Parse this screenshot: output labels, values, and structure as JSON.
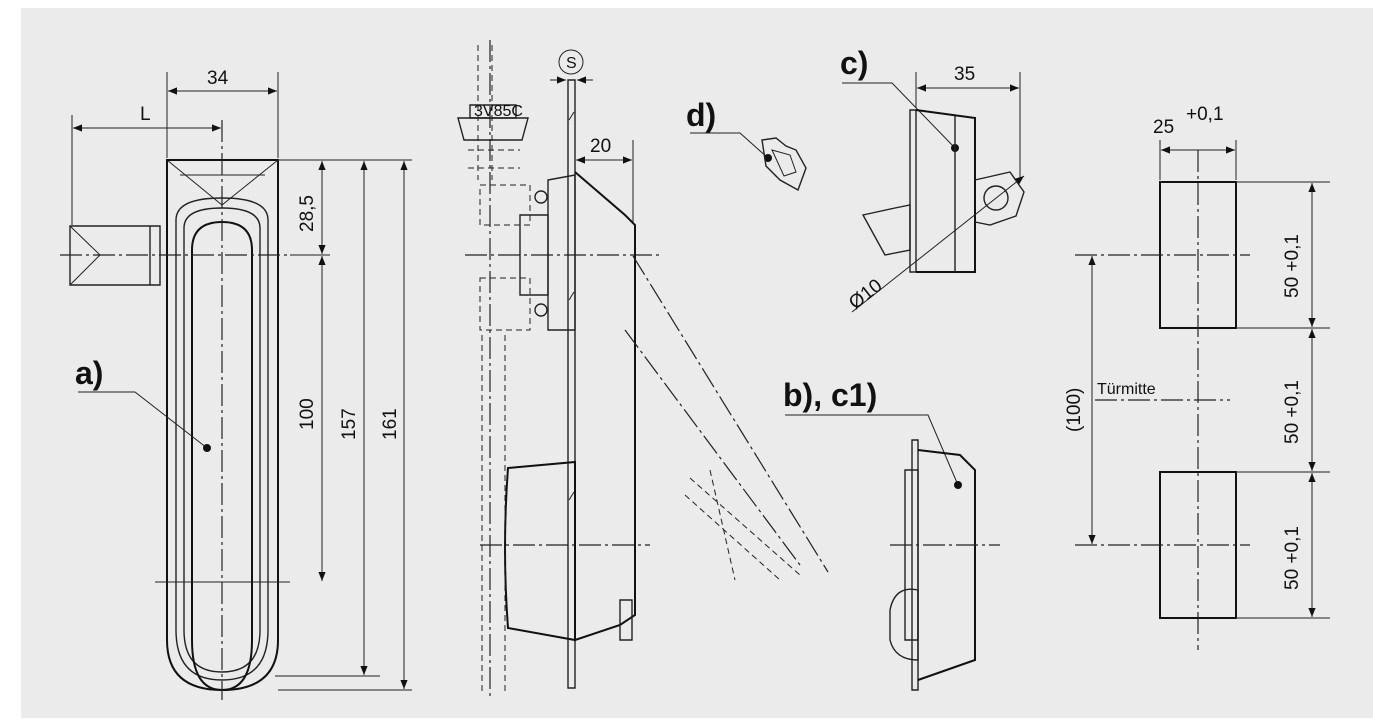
{
  "drawing": {
    "front_view": {
      "dim_width": "34",
      "dim_offset": "L",
      "dim_top": "28,5",
      "dim_pitch": "100",
      "dim_body": "157",
      "dim_total": "161",
      "label": "a)"
    },
    "side_view": {
      "dim_thickness_symbol": "S",
      "dim_depth": "20"
    },
    "detail_c": {
      "label": "c)",
      "dim_depth": "35",
      "dim_diameter": "Ø10"
    },
    "detail_d": {
      "label": "d)"
    },
    "detail_b": {
      "label": "b), c1)"
    },
    "cutout": {
      "dim_width": "25",
      "dim_width_tol": "+0,1",
      "dim_height_1": "50 +0,1",
      "dim_height_2": "50 +0,1",
      "dim_height_3": "50 +0,1",
      "dim_span": "(100)",
      "door_center_label": "Türmitte"
    }
  }
}
